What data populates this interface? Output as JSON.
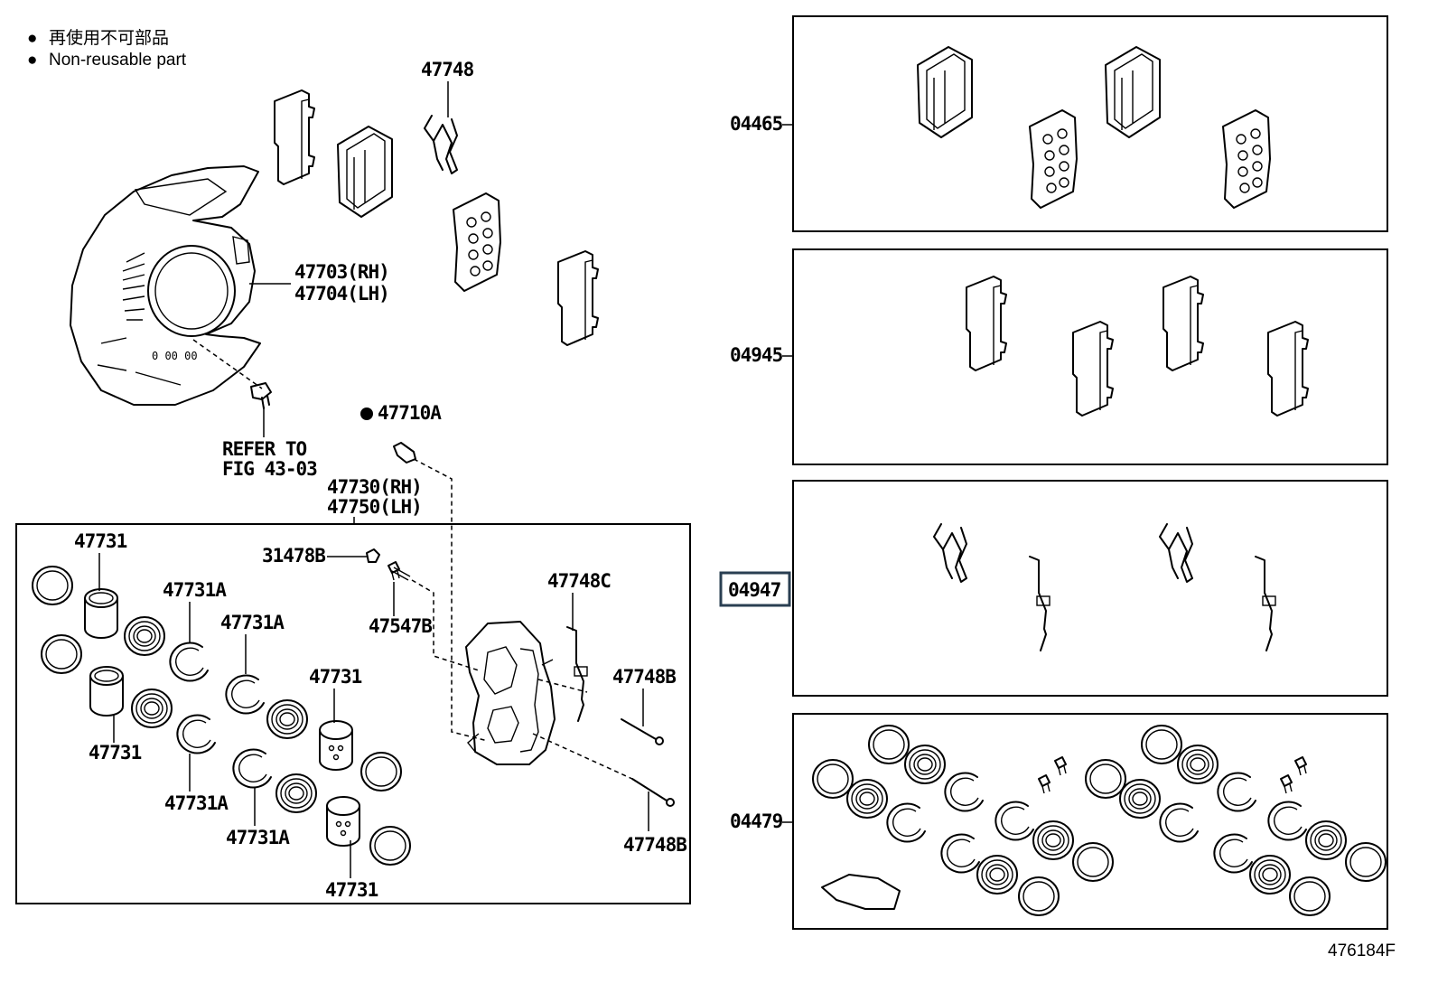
{
  "legend": {
    "bullet": "●",
    "line1": "再使用不可部品",
    "line2": "Non-reusable part"
  },
  "figure_code": "476184F",
  "labels": {
    "p47748": "47748",
    "p47703": "47703(RH)",
    "p47704": "47704(LH)",
    "refer1": "REFER TO",
    "refer2": "FIG 43-03",
    "p47710A": "47710A",
    "p47730": "47730(RH)",
    "p47750": "47750(LH)",
    "p47731_a": "47731",
    "p47731A_a": "47731A",
    "p47731A_b": "47731A",
    "p47731_b": "47731",
    "p47731_c": "47731",
    "p47731A_c": "47731A",
    "p47731A_d": "47731A",
    "p47731_d": "47731",
    "p31478B": "31478B",
    "p47547B": "47547B",
    "p47748C": "47748C",
    "p47748B_a": "47748B",
    "p47748B_b": "47748B"
  },
  "kits": [
    {
      "code": "04465",
      "highlighted": false
    },
    {
      "code": "04945",
      "highlighted": false
    },
    {
      "code": "04947",
      "highlighted": true
    },
    {
      "code": "04479",
      "highlighted": false
    }
  ]
}
